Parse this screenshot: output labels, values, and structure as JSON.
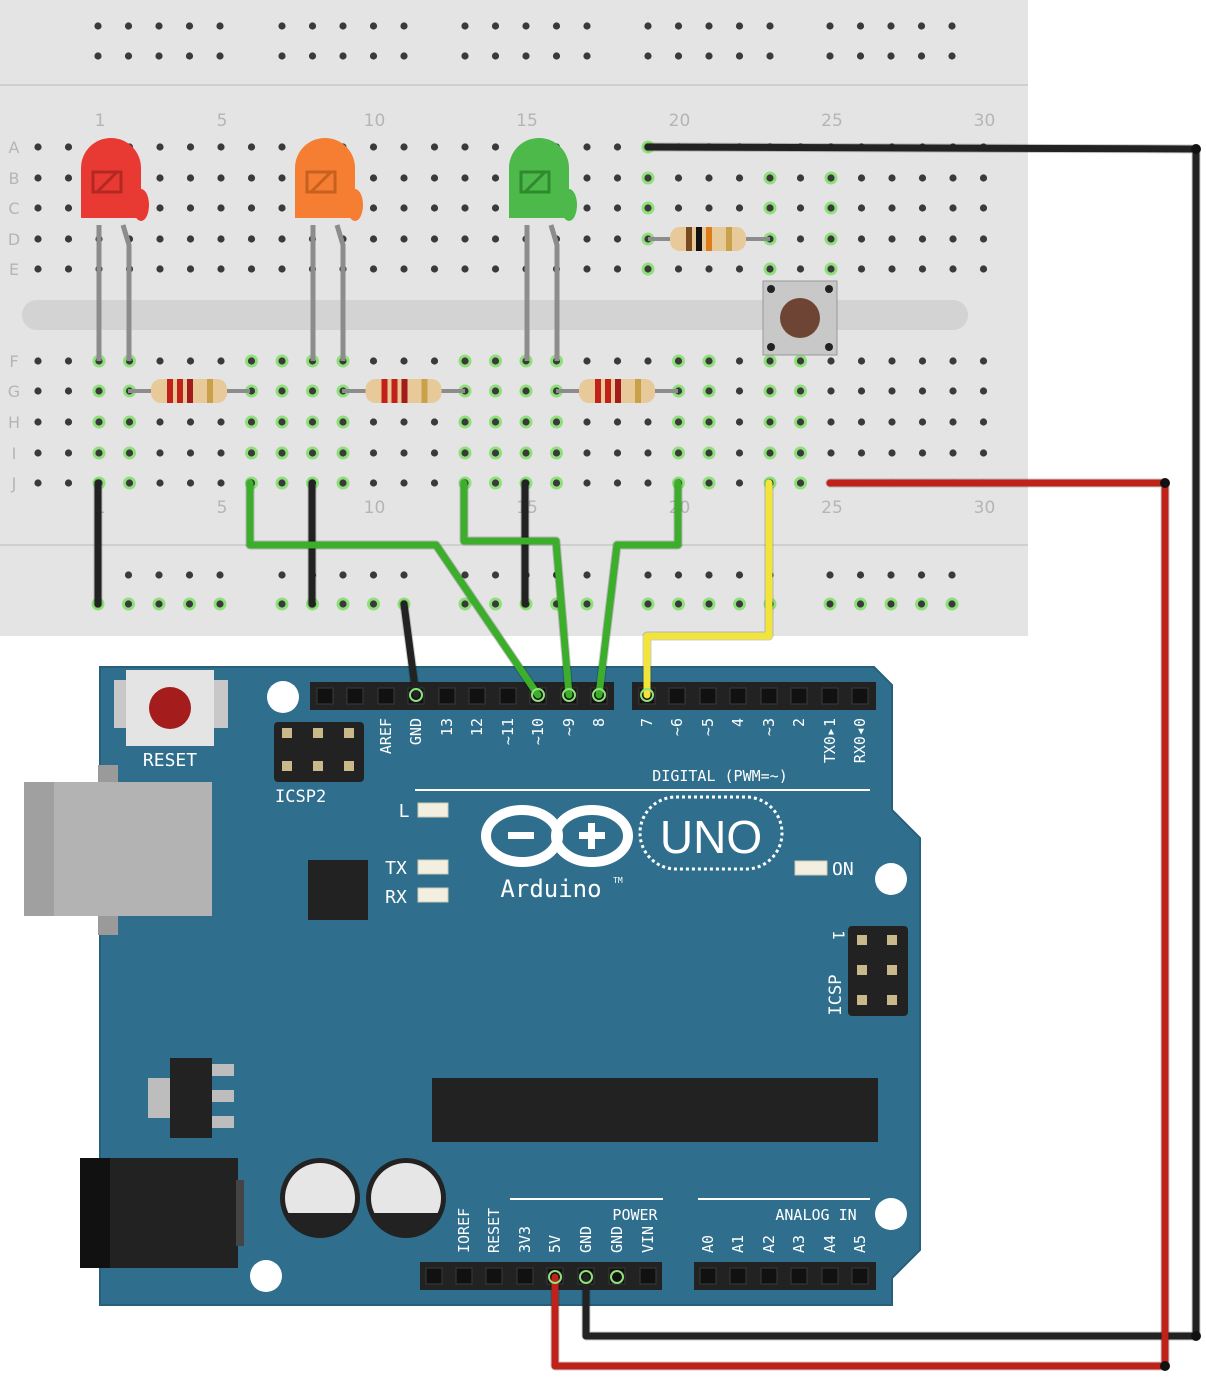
{
  "breadboard": {
    "rows_top": [
      "A",
      "B",
      "C",
      "D",
      "E"
    ],
    "rows_bottom": [
      "F",
      "G",
      "H",
      "I",
      "J"
    ],
    "column_numbers": [
      "1",
      "5",
      "10",
      "15",
      "20",
      "25",
      "30"
    ]
  },
  "arduino": {
    "reset_label": "RESET",
    "icsp2_label": "ICSP2",
    "icsp_label": "ICSP",
    "icsp_pin1": "1",
    "brand": "Arduino",
    "tm": "TM",
    "model": "UNO",
    "on_label": "ON",
    "led_l": "L",
    "led_tx": "TX",
    "led_rx": "RX",
    "digital_label": "DIGITAL (PWM=~)",
    "power_label": "POWER",
    "analog_label": "ANALOG IN",
    "digital_pins": [
      "AREF",
      "GND",
      "13",
      "12",
      "~11",
      "~10",
      "~9",
      "8",
      "7",
      "~6",
      "~5",
      "4",
      "~3",
      "2",
      "TX0▸1",
      "RX0◂0"
    ],
    "power_pins": [
      "IOREF",
      "RESET",
      "3V3",
      "5V",
      "GND",
      "GND",
      "VIN"
    ],
    "analog_pins": [
      "A0",
      "A1",
      "A2",
      "A3",
      "A4",
      "A5"
    ]
  },
  "colors": {
    "board": "#2f6f8d",
    "breadboard": "#e4e4e4",
    "wire_black": "#222222",
    "wire_red": "#c0221a",
    "wire_green": "#3cae2c",
    "wire_yellow": "#f2e43a",
    "led_red": "#e83a32",
    "led_orange": "#f57e33",
    "led_green": "#4cb94a"
  }
}
